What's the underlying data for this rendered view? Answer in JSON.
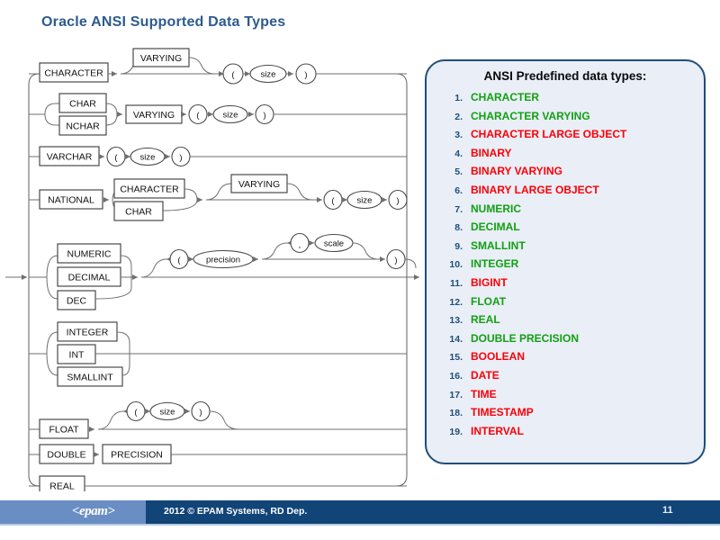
{
  "slide": {
    "title": "Oracle ANSI Supported Data Types",
    "title_color": "#2d5b8e"
  },
  "diagram": {
    "name": "oracle-ansi-datatype-railroad-diagram",
    "rows": [
      {
        "id": "character",
        "tokens": [
          "CHARACTER",
          "VARYING",
          "(",
          "size",
          ")"
        ]
      },
      {
        "id": "char-nchar",
        "tokens": [
          "CHAR",
          "NCHAR",
          "VARYING",
          "(",
          "size",
          ")"
        ]
      },
      {
        "id": "varchar",
        "tokens": [
          "VARCHAR",
          "(",
          "size",
          ")"
        ]
      },
      {
        "id": "national",
        "tokens": [
          "NATIONAL",
          "CHARACTER",
          "CHAR",
          "VARYING",
          "(",
          "size",
          ")"
        ]
      },
      {
        "id": "numeric",
        "tokens": [
          "NUMERIC",
          "DECIMAL",
          "DEC",
          "(",
          "precision",
          ",",
          "scale",
          ")"
        ]
      },
      {
        "id": "integer",
        "tokens": [
          "INTEGER",
          "INT",
          "SMALLINT"
        ]
      },
      {
        "id": "float",
        "tokens": [
          "FLOAT",
          "(",
          "size",
          ")"
        ]
      },
      {
        "id": "double",
        "tokens": [
          "DOUBLE",
          "PRECISION"
        ]
      },
      {
        "id": "real",
        "tokens": [
          "REAL"
        ]
      }
    ],
    "labels": {
      "character": "CHARACTER",
      "varying": "VARYING",
      "char": "CHAR",
      "nchar": "NCHAR",
      "varchar": "VARCHAR",
      "national": "NATIONAL",
      "numeric": "NUMERIC",
      "decimal": "DECIMAL",
      "dec": "DEC",
      "integer": "INTEGER",
      "int": "INT",
      "smallint": "SMALLINT",
      "float": "FLOAT",
      "double": "DOUBLE",
      "precision_kw": "PRECISION",
      "real": "REAL",
      "paren_open": "(",
      "paren_close": ")",
      "size": "size",
      "precision": "precision",
      "scale": "scale",
      "comma": ","
    }
  },
  "panel": {
    "heading": "ANSI Predefined data types:",
    "supported_color": "#12a012",
    "unsupported_color": "#fb0007",
    "items": [
      {
        "num": "1.",
        "label": "CHARACTER",
        "state": "supported"
      },
      {
        "num": "2.",
        "label": "CHARACTER VARYING",
        "state": "supported"
      },
      {
        "num": "3.",
        "label": "CHARACTER LARGE OBJECT",
        "state": "unsupported"
      },
      {
        "num": "4.",
        "label": "BINARY",
        "state": "unsupported"
      },
      {
        "num": "5.",
        "label": "BINARY VARYING",
        "state": "unsupported"
      },
      {
        "num": "6.",
        "label": "BINARY LARGE OBJECT",
        "state": "unsupported"
      },
      {
        "num": "7.",
        "label": "NUMERIC",
        "state": "supported"
      },
      {
        "num": "8.",
        "label": "DECIMAL",
        "state": "supported"
      },
      {
        "num": "9.",
        "label": "SMALLINT",
        "state": "supported"
      },
      {
        "num": "10.",
        "label": "INTEGER",
        "state": "supported"
      },
      {
        "num": "11.",
        "label": "BIGINT",
        "state": "unsupported"
      },
      {
        "num": "12.",
        "label": "FLOAT",
        "state": "supported"
      },
      {
        "num": "13.",
        "label": "REAL",
        "state": "supported"
      },
      {
        "num": "14.",
        "label": "DOUBLE PRECISION",
        "state": "supported"
      },
      {
        "num": "15.",
        "label": "BOOLEAN",
        "state": "unsupported"
      },
      {
        "num": "16.",
        "label": "DATE",
        "state": "unsupported"
      },
      {
        "num": "17.",
        "label": "TIME",
        "state": "unsupported"
      },
      {
        "num": "18.",
        "label": "TIMESTAMP",
        "state": "unsupported"
      },
      {
        "num": "19.",
        "label": "INTERVAL",
        "state": "unsupported"
      }
    ]
  },
  "footer": {
    "logo": "<epam>",
    "copyright": "2012 © EPAM Systems, RD Dep.",
    "page_number": "11"
  }
}
